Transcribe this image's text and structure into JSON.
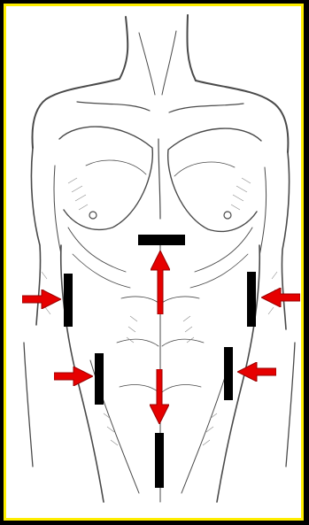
{
  "figure": {
    "subject": "anterior-torso-sketch",
    "colors": {
      "frame": "#000000",
      "border": "#ffee00",
      "background": "#ffffff",
      "sketch": "#4a4a4a",
      "marker_bar": "#000000",
      "arrow": "#e60000"
    },
    "markers": [
      {
        "id": "upper-midline",
        "orientation": "horizontal",
        "arrow_direction": "up"
      },
      {
        "id": "left-upper-flank",
        "orientation": "vertical",
        "arrow_direction": "right"
      },
      {
        "id": "right-upper-flank",
        "orientation": "vertical",
        "arrow_direction": "left"
      },
      {
        "id": "left-lower-flank",
        "orientation": "vertical",
        "arrow_direction": "right"
      },
      {
        "id": "right-lower-flank",
        "orientation": "vertical",
        "arrow_direction": "left"
      },
      {
        "id": "lower-midline",
        "orientation": "vertical",
        "arrow_direction": "down"
      }
    ]
  }
}
